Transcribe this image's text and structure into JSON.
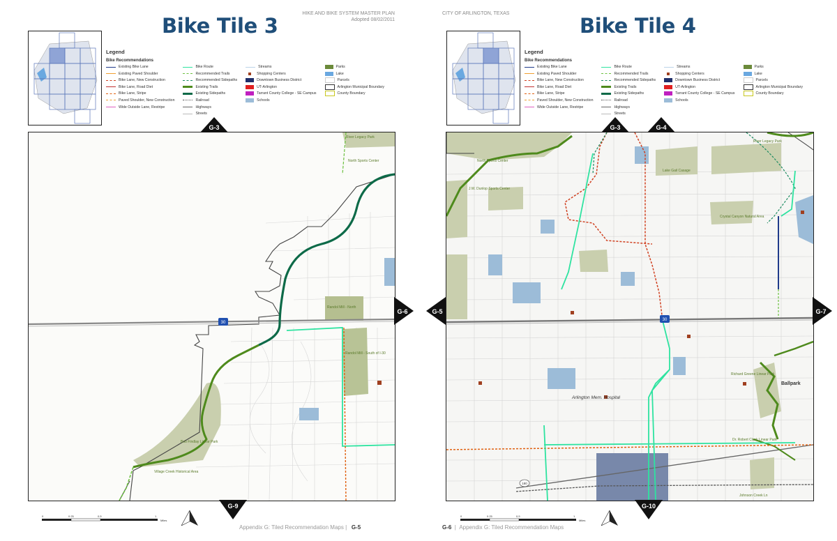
{
  "left": {
    "title": "Bike Tile 3",
    "header": [
      "HIKE AND BIKE SYSTEM MASTER PLAN",
      "Adopted 08/02/2011"
    ],
    "footer_text": "Appendix G: Tiled Recommendation Maps",
    "footer_page": "G-5",
    "arrows": {
      "top": "G-3",
      "right": "G-6",
      "bottom": "G-9"
    },
    "labels": [
      "River Legacy Park",
      "North Sports Center",
      "Randol Mill - North",
      "Randol Mill - South of I-30",
      "Bob Findlay Linear Park",
      "Village Creek Historical Area"
    ],
    "highway": "30"
  },
  "right": {
    "title": "Bike Tile 4",
    "header": [
      "CITY OF ARLINGTON, TEXAS"
    ],
    "footer_page": "G-6",
    "footer_text": "Appendix G: Tiled Recommendation Maps",
    "arrows": {
      "top1": "G-3",
      "top2": "G-4",
      "left": "G-5",
      "right": "G-7",
      "bottom": "G-10"
    },
    "labels": [
      "River Legacy Park",
      "North Sports Center",
      "J.W. Dunlop Sports Center",
      "Lake Gail Casage",
      "Crystal Canyon Natural Area",
      "Arlington Mem. Hospital",
      "Ballpark",
      "Richard Greene Linear Park",
      "Dr. Robert Cluck Linear Park",
      "Johnson Creek Ln"
    ],
    "highway": "30",
    "rail": "180"
  },
  "legend": {
    "title": "Legend",
    "heading": "Bike Recommendations",
    "col1": [
      {
        "label": "Existing Bike Lane",
        "color": "#1f3a8a",
        "style": "solid"
      },
      {
        "label": "Existing Paved Shoulder",
        "color": "#f0a030",
        "style": "solid"
      },
      {
        "label": "Bike Lane, New Construction",
        "color": "#d04020",
        "style": "dashed"
      },
      {
        "label": "Bike Lane, Road Diet",
        "color": "#c03030",
        "style": "solid"
      },
      {
        "label": "Bike Lane, Stripe",
        "color": "#e06010",
        "style": "dashed"
      },
      {
        "label": "Paved Shoulder, New Construction",
        "color": "#f0a030",
        "style": "dashed"
      },
      {
        "label": "Wide Outside Lane, Restripe",
        "color": "#e060c0",
        "style": "solid"
      }
    ],
    "col2": [
      {
        "label": "Bike Route",
        "color": "#2ee3a0",
        "style": "solid"
      },
      {
        "label": "Recommended Trails",
        "color": "#6cc040",
        "style": "dashed"
      },
      {
        "label": "Recommended Sidepaths",
        "color": "#1a8a60",
        "style": "dashed"
      },
      {
        "label": "Existing Trails",
        "color": "#4e8a1c",
        "style": "thick"
      },
      {
        "label": "Existing Sidepaths",
        "color": "#0d6a48",
        "style": "thick"
      },
      {
        "label": "Railroad",
        "color": "#555555",
        "style": "rail"
      },
      {
        "label": "Highways",
        "color": "#666666",
        "style": "solid"
      },
      {
        "label": "Streets",
        "color": "#bbbbbb",
        "style": "solid"
      }
    ],
    "col3": [
      {
        "label": "Streams",
        "color": "#bcd4e8",
        "style": "solid"
      },
      {
        "label": "Shopping Centers",
        "color": "#a04020",
        "style": "icon"
      },
      {
        "label": "Downtown Business District",
        "color": "#1f2f6a",
        "style": "fill"
      },
      {
        "label": "UT-Arlington",
        "color": "#e02020",
        "style": "fill"
      },
      {
        "label": "Tarrant County College - SE Campus",
        "color": "#c020c0",
        "style": "fill"
      },
      {
        "label": "Schools",
        "color": "#9cbcd8",
        "style": "fill"
      }
    ],
    "col4": [
      {
        "label": "Parks",
        "color": "#6b8a3a",
        "style": "fill"
      },
      {
        "label": "Lake",
        "color": "#6aa8e0",
        "style": "fill"
      },
      {
        "label": "Parcels",
        "color": "#ffffff",
        "style": "outline"
      },
      {
        "label": "Arlington Municipal Boundary",
        "color": "#333333",
        "style": "outline"
      },
      {
        "label": "County Boundary",
        "color": "#c8c820",
        "style": "outline"
      }
    ]
  },
  "scale": {
    "ticks": [
      "0",
      "0.25",
      "0.5",
      "1"
    ],
    "unit": "Miles"
  }
}
